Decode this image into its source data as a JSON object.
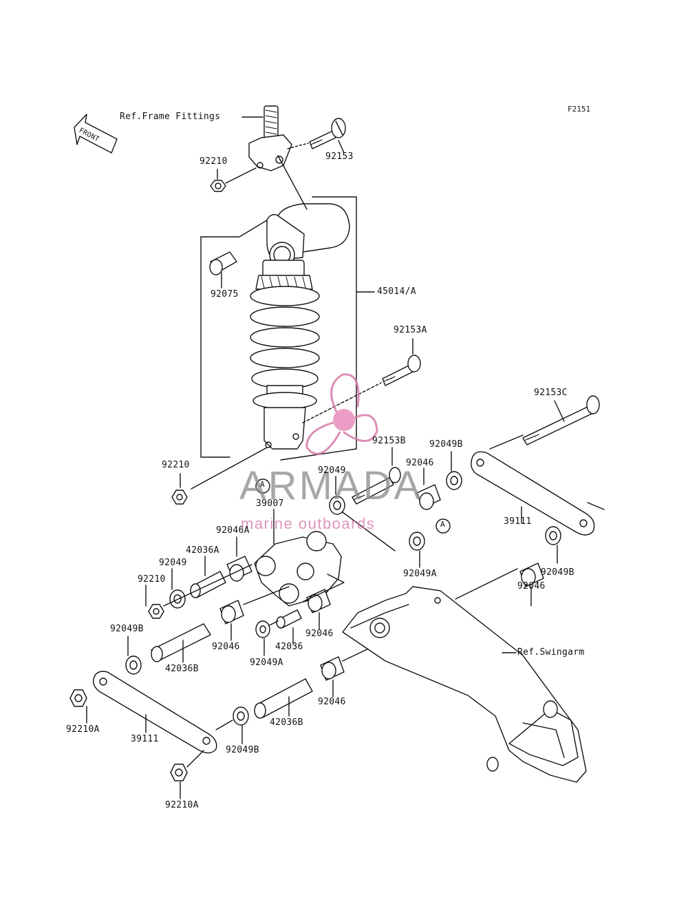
{
  "figure_code": "F2151",
  "front_arrow_text": "FRONT",
  "watermark": {
    "brand": "ARMADA",
    "tagline": "marine outboards"
  },
  "ref_labels": {
    "frame": "Ref.Frame Fittings",
    "swingarm": "Ref.Swingarm"
  },
  "markers": [
    "A",
    "A"
  ],
  "part_labels": [
    "92153",
    "92210",
    "92075",
    "45014/A",
    "92153A",
    "92153C",
    "92210",
    "92153B",
    "92049B",
    "92049",
    "92046",
    "39007",
    "92046A",
    "42036A",
    "92049",
    "92210",
    "39111",
    "92049A",
    "92049B",
    "92046",
    "92049B",
    "92046",
    "42036",
    "92046",
    "42036B",
    "92049A",
    "92046",
    "92210A",
    "39111",
    "42036B",
    "92049B",
    "92210A"
  ]
}
